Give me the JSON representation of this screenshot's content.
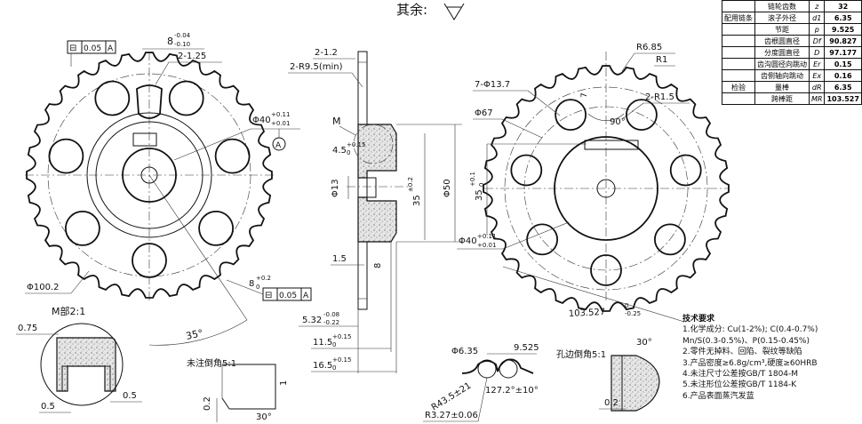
{
  "header": {
    "other_label": "其余:"
  },
  "spec_table": {
    "rows": [
      {
        "group": "",
        "label": "链轮齿数",
        "symbol": "z",
        "value": "32"
      },
      {
        "group": "配用链条",
        "label": "滚子外径",
        "symbol": "d1",
        "value": "6.35"
      },
      {
        "group": "",
        "label": "节距",
        "symbol": "p",
        "value": "9.525"
      },
      {
        "group": "",
        "label": "齿根圆直径",
        "symbol": "Df",
        "value": "90.827"
      },
      {
        "group": "",
        "label": "分度圆直径",
        "symbol": "D",
        "value": "97.177"
      },
      {
        "group": "",
        "label": "齿沟圆径向跳动",
        "symbol": "Er",
        "value": "0.15"
      },
      {
        "group": "",
        "label": "齿侧轴向跳动",
        "symbol": "Ex",
        "value": "0.16"
      },
      {
        "group": "检验",
        "label": "量棒",
        "symbol": "dR",
        "value": "6.35"
      },
      {
        "group": "",
        "label": "跨棒距",
        "symbol": "MR",
        "value": "103.527"
      }
    ]
  },
  "front_view": {
    "flatness_symbol": "⊟",
    "flatness_value": "0.05",
    "datum": "A",
    "keyway_width": "8",
    "keyway_tol_upper": "-0.04",
    "keyway_tol_lower": "-0.10",
    "chamfer": "2-1.25",
    "bore": "Φ40",
    "bore_tol_upper": "+0.11",
    "bore_tol_lower": "+0.01",
    "outer_dia": "Φ100.2",
    "slot_width": "8",
    "slot_tol_upper": "+0.2",
    "slot_tol_lower": "0",
    "angle": "35°"
  },
  "section_view": {
    "chamfer": "2-1.2",
    "radius": "2-R9.5(min)",
    "detail_label": "M",
    "dim_4_5": "4.5",
    "dim_4_5_tol": "+0.15",
    "dim_4_5_tol2": "0",
    "dim_13": "Φ13",
    "dim_35": "35",
    "dim_35_tol": "±0.2",
    "dim_50": "Φ50",
    "dim_1_5": "1.5",
    "dim_8": "8",
    "dim_5_32": "5.32",
    "dim_5_32_tol_upper": "-0.08",
    "dim_5_32_tol_lower": "-0.22",
    "dim_11_5": "11.5",
    "dim_11_5_tol": "+0.15",
    "dim_11_5_tol2": "0",
    "dim_16_5": "16.5",
    "dim_16_5_tol": "+0.15",
    "dim_16_5_tol2": "0"
  },
  "right_view": {
    "r_6_85": "R6.85",
    "r_1": "R1",
    "holes": "7-Φ13.7",
    "r_1_5": "2-R1.5",
    "dim_7": "7",
    "angle_90": "90°",
    "dia_67": "Φ67",
    "dim_35": "35",
    "dim_35_tol": "+0.1",
    "dim_35_tol2": "0",
    "bore": "Φ40",
    "bore_tol_upper": "+0.11",
    "bore_tol_lower": "+0.01",
    "span": "103.527",
    "span_tol_upper": "0",
    "span_tol_lower": "-0.25"
  },
  "detail_m": {
    "title": "M部2:1",
    "dim_0_75": "0.75",
    "dim_0_5a": "0.5",
    "dim_0_5b": "0.5"
  },
  "chamfer_detail": {
    "title": "未注倒角5:1",
    "dim_1": "1",
    "dim_0_2": "0.2",
    "angle": "30°"
  },
  "tooth_profile": {
    "dia": "Φ6.35",
    "pitch": "9.525",
    "radius": "R43.5±21",
    "angle": "127.2°±10°",
    "r_3_27": "R3.27±0.06"
  },
  "hole_chamfer": {
    "title": "孔边倒角5:1",
    "angle": "30°",
    "dim_0_2": "0.2"
  },
  "tech_requirements": {
    "title": "技术要求",
    "items": [
      "1.化学成分: Cu(1-2%); C(0.4-0.7%)",
      "Mn/S(0.3-0.5%)、P(0.15-0.45%)",
      "2.零件无掉料、回陷、裂纹等缺陷",
      "3.产品密度≥6.8g/cm³,硬度≥60HRB",
      "4.未注尺寸公差按GB/T 1804-M",
      "5.未注形位公差按GB/T 1184-K",
      "6.产品表面蒸汽发蓝"
    ]
  }
}
